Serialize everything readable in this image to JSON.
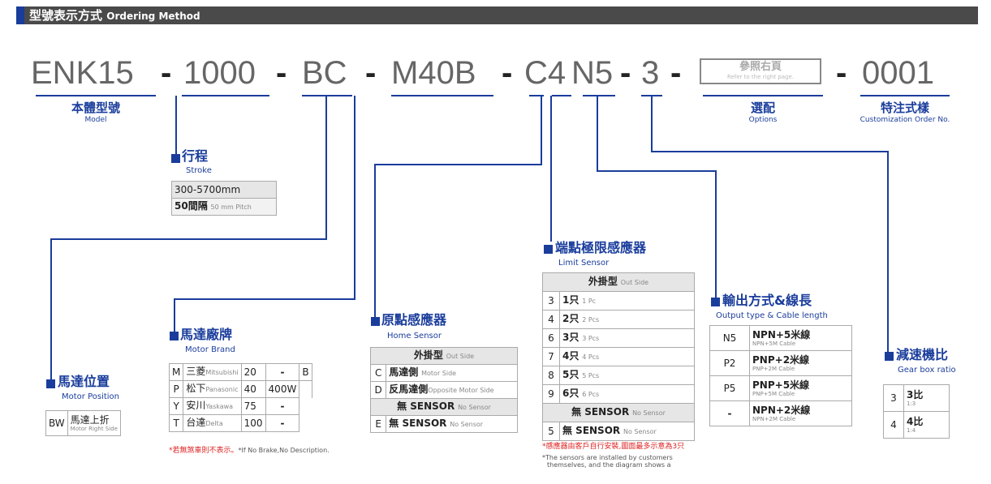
{
  "header": {
    "title_zh": "型號表示方式",
    "title_en": "Ordering Method"
  },
  "code": {
    "model": "ENK15",
    "stroke": "1000",
    "motor_pos": "BC",
    "motor": "M40B",
    "sensor": "C4",
    "output": "N5",
    "gear": "3",
    "custom": "0001",
    "dash": "-"
  },
  "options_box": {
    "zh": "參照右頁",
    "en": "Refer to the right page."
  },
  "labels": {
    "model": {
      "zh": "本體型號",
      "en": "Model"
    },
    "options": {
      "zh": "選配",
      "en": "Options"
    },
    "custom": {
      "zh": "特注式樣",
      "en": "Customization Order No."
    }
  },
  "stroke": {
    "title_zh": "行程",
    "title_en": "Stroke",
    "rows": [
      {
        "main": "300-5700mm",
        "sub": ""
      },
      {
        "main": "50間隔",
        "sub": "50 mm Pitch"
      }
    ]
  },
  "motor_position": {
    "title_zh": "馬達位置",
    "title_en": "Motor Position",
    "code": "BW",
    "zh": "馬達上折",
    "en": "Motor Right Side"
  },
  "motor_brand": {
    "title_zh": "馬達廠牌",
    "title_en": "Motor Brand",
    "rows": [
      {
        "code": "M",
        "zh": "三菱",
        "en": "Mitsubishi",
        "size": "20",
        "watt": "-",
        "b": "B"
      },
      {
        "code": "P",
        "zh": "松下",
        "en": "Panasonic",
        "size": "40",
        "watt": "400W",
        "b": ""
      },
      {
        "code": "Y",
        "zh": "安川",
        "en": "Yaskawa",
        "size": "75",
        "watt": "-",
        "b": ""
      },
      {
        "code": "T",
        "zh": "台達",
        "en": "Delta",
        "size": "100",
        "watt": "-",
        "b": ""
      }
    ],
    "note_red": "*若無煞車則不表示。",
    "note_gray": "*If No Brake,No Description."
  },
  "home_sensor": {
    "title_zh": "原點感應器",
    "title_en": "Home Sensor",
    "head_zh": "外掛型",
    "head_en": "Out Side",
    "rows": [
      {
        "code": "C",
        "zh": "馬達側",
        "en": "Motor Side"
      },
      {
        "code": "D",
        "zh": "反馬達側",
        "en": "Opposite Motor Side"
      }
    ],
    "none_main": "無 SENSOR",
    "none_en": "No Sensor",
    "e_code": "E",
    "e_main": "無 SENSOR",
    "e_en": "No Sensor"
  },
  "limit_sensor": {
    "title_zh": "端點極限感應器",
    "title_en": "Limit Sensor",
    "head_zh": "外掛型",
    "head_en": "Out Side",
    "rows": [
      {
        "code": "3",
        "zh": "1只",
        "en": "1 Pc"
      },
      {
        "code": "4",
        "zh": "2只",
        "en": "2 Pcs"
      },
      {
        "code": "6",
        "zh": "3只",
        "en": "3 Pcs"
      },
      {
        "code": "7",
        "zh": "4只",
        "en": "4 Pcs"
      },
      {
        "code": "8",
        "zh": "5只",
        "en": "5 Pcs"
      },
      {
        "code": "9",
        "zh": "6只",
        "en": "6 Pcs"
      }
    ],
    "none_main": "無 SENSOR",
    "none_en": "No Sensor",
    "last_code": "5",
    "last_main": "無 SENSOR",
    "last_en": "No Sensor",
    "note_red": "*感應器由客戶自行安裝,圖面最多示意為3只",
    "note_gray1": "*The sensors are installed by customers",
    "note_gray2": "themselves, and the diagram shows a"
  },
  "output": {
    "title_zh": "輸出方式&線長",
    "title_en": "Output type & Cable length",
    "rows": [
      {
        "code": "N5",
        "main": "NPN+5米線",
        "sub": "NPN+5M Cable"
      },
      {
        "code": "P2",
        "main": "PNP+2米線",
        "sub": "PNP+2M Cable"
      },
      {
        "code": "P5",
        "main": "PNP+5米線",
        "sub": "PNP+5M Cable"
      },
      {
        "code": "-",
        "main": "NPN+2米線",
        "sub": "NPN+2M Cable"
      }
    ]
  },
  "gear": {
    "title_zh": "減速機比",
    "title_en": "Gear box ratio",
    "rows": [
      {
        "code": "3",
        "main": "3比",
        "sub": "1:3"
      },
      {
        "code": "4",
        "main": "4比",
        "sub": "1:4"
      }
    ]
  },
  "colors": {
    "accent": "#1a3d9c",
    "header_bg": "#4a4a4a",
    "note_red": "#d22222"
  }
}
